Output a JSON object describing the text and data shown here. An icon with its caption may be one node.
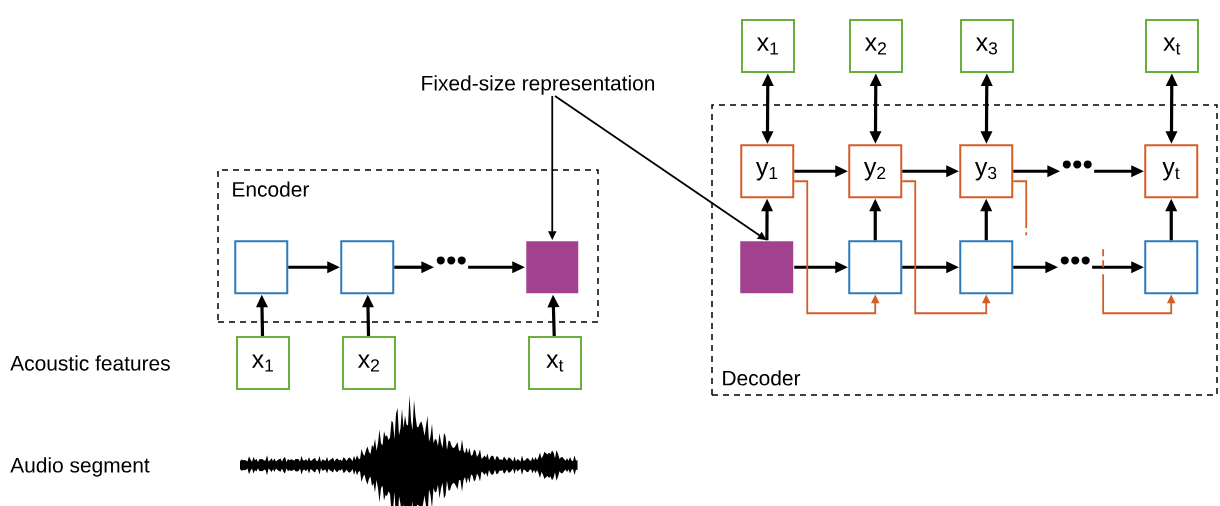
{
  "diagram": {
    "nodes": [
      {
        "text": [
          "Encoder"
        ]
      },
      {
        "text": [],
        "shape": "box",
        "in": 0
      },
      {
        "text": [],
        "shape": "box",
        "in": 0
      },
      {
        "text": [
          "•••"
        ],
        "in": 0
      },
      {
        "text": [],
        "shape": "box",
        "in": 0
      },
      {
        "text": [
          "x$_{1}$"
        ]
      },
      {
        "text": [
          "x$_{2}$"
        ]
      },
      {
        "text": [
          "x$_{t}$"
        ]
      },
      {
        "text": [
          "Fixed-size representation"
        ]
      },
      {
        "text": [
          "Decoder"
        ]
      },
      {
        "text": [],
        "shape": "box",
        "in": 9
      },
      {
        "text": [
          "y$_{1}$"
        ],
        "in": 9
      },
      {
        "text": [
          "y$_{2}$"
        ],
        "in": 9
      },
      {
        "text": [
          "y$_{3}$"
        ],
        "in": 9
      },
      {
        "text": [
          "•••"
        ],
        "in": 9
      },
      {
        "text": [
          "y$_{t}$"
        ],
        "in": 9
      },
      {
        "text": [],
        "shape": "box",
        "in": 9
      },
      {
        "text": [],
        "shape": "box",
        "in": 9
      },
      {
        "text": [
          "•••"
        ],
        "in": 9
      },
      {
        "text": [],
        "shape": "box",
        "in": 9
      },
      {
        "text": [
          "x$_{1}$"
        ]
      },
      {
        "text": [
          "x$_{2}$"
        ]
      },
      {
        "text": [
          "x$_{3}$"
        ]
      },
      {
        "text": [
          "x$_{t}$"
        ]
      }
    ],
    "edges": [
      {
        "from": 1,
        "to": 2,
        "arrow": "to"
      },
      {
        "from": 2,
        "to": 3,
        "arrow": "to"
      },
      {
        "from": 3,
        "to": 4,
        "arrow": "to"
      },
      {
        "from": 5,
        "to": 1,
        "arrow": "to"
      },
      {
        "from": 6,
        "to": 2,
        "arrow": "to"
      },
      {
        "from": 7,
        "to": 4,
        "arrow": "to"
      },
      {
        "from": 8,
        "to": 4,
        "arrow": "to"
      },
      {
        "from": 8,
        "to": 10,
        "arrow": "to"
      },
      {
        "from": 10,
        "to": 11,
        "arrow": "to"
      },
      {
        "from": 10,
        "to": 16,
        "arrow": "to"
      },
      {
        "from": 16,
        "to": 17,
        "arrow": "to"
      },
      {
        "from": 17,
        "to": 18,
        "arrow": "to"
      },
      {
        "from": 18,
        "to": 19,
        "arrow": "to"
      },
      {
        "from": 11,
        "to": 12,
        "arrow": "to"
      },
      {
        "from": 12,
        "to": 13,
        "arrow": "to"
      },
      {
        "from": 13,
        "to": 14,
        "arrow": "to"
      },
      {
        "from": 14,
        "to": 15,
        "arrow": "to"
      },
      {
        "from": 16,
        "to": 12,
        "arrow": "to"
      },
      {
        "from": 17,
        "to": 13,
        "arrow": "to"
      },
      {
        "from": 19,
        "to": 15,
        "arrow": "to"
      },
      {
        "from": 20,
        "to": 11,
        "arrow": "both"
      },
      {
        "from": 21,
        "to": 12,
        "arrow": "both"
      },
      {
        "from": 22,
        "to": 13,
        "arrow": "both"
      },
      {
        "from": 23,
        "to": 15,
        "arrow": "both"
      },
      {
        "from": 11,
        "to": 16,
        "arrow": "to",
        "color": "#d35f27"
      },
      {
        "from": 12,
        "to": 17,
        "arrow": "to",
        "color": "#d35f27"
      },
      {
        "from": 13,
        "to": null,
        "arrow": "none",
        "color": "#d35f27"
      },
      {
        "from": 18,
        "to": 19,
        "arrow": "to",
        "color": "#d35f27"
      }
    ],
    "labels": [
      "Acoustic features",
      "Audio segment"
    ]
  }
}
